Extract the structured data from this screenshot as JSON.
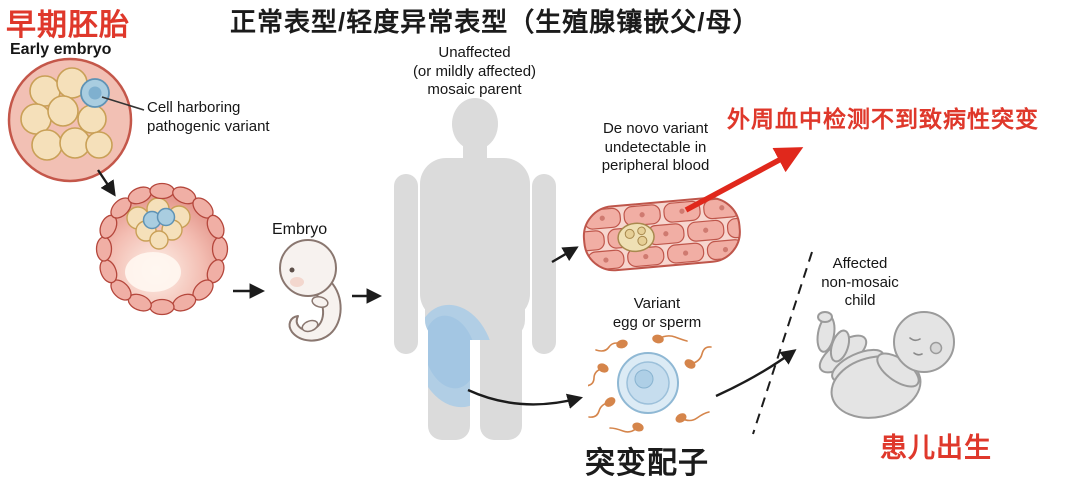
{
  "titles": {
    "early_embryo_cn": "早期胚胎",
    "phenotype_cn": "正常表型/轻度异常表型（生殖腺镶嵌父/母）"
  },
  "labels": {
    "early_embryo": "Early embryo",
    "cell_harboring_variant": "Cell harboring\npathogenic variant",
    "embryo": "Embryo",
    "mosaic_parent": "Unaffected\n(or mildly affected)\nmosaic parent",
    "de_novo_variant": "De novo variant\nundetectable in\nperipheral blood",
    "peripheral_blood_cn": "外周血中检测不到致病性突变",
    "variant_gamete": "Variant\negg or sperm",
    "mutant_gamete_cn": "突变配子",
    "affected_child": "Affected\nnon-mosaic\nchild",
    "child_born_cn": "患儿出生"
  },
  "colors": {
    "red_annotation_text": "#df382b",
    "black_text": "#1b1b1b",
    "cell_pink": "#f0afa5",
    "cell_cream": "#f5e0ba",
    "variant_cell_blue": "#a9cde0",
    "silhouette_gray": "#dbdbdb",
    "gonad_blue": "#a9cbe6",
    "sperm_orange": "#d5854b",
    "red_arrow": "#e0281c"
  },
  "illustrations": {
    "morula": "early-embryo-morula",
    "blastocyst": "blastocyst-with-variant-cells",
    "fetus": "embryo-fetus",
    "parent": "mosaic-parent-silhouette",
    "vessel": "peripheral-blood-vessel",
    "gametes": "variant-egg-and-sperm",
    "baby": "affected-child-baby"
  }
}
